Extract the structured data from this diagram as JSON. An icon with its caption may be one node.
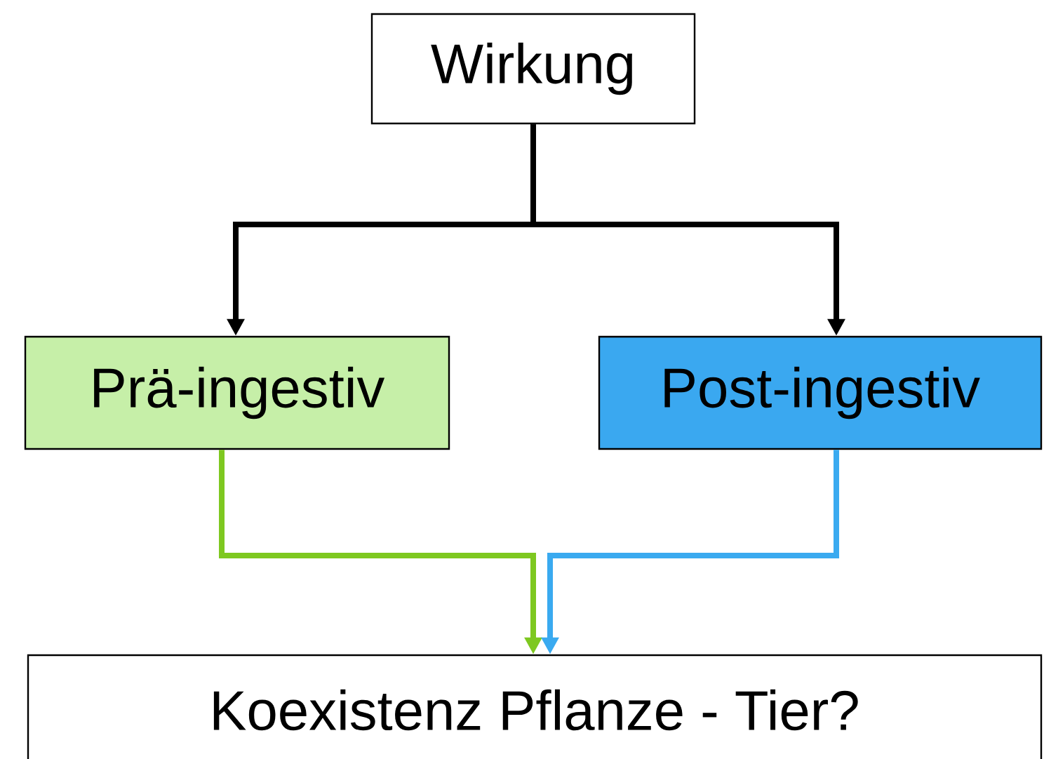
{
  "diagram": {
    "nodes": [
      {
        "text": [
          "Wirkung"
        ]
      },
      {
        "text": [
          "Prä-ingestiv"
        ]
      },
      {
        "text": [
          "Post-ingestiv"
        ]
      },
      {
        "text": [
          "Koexistenz Pflanze - Tier?"
        ]
      }
    ],
    "edges": [
      {
        "from": 0,
        "to": 1,
        "arrow": "to"
      },
      {
        "from": 0,
        "to": 2,
        "arrow": "to"
      },
      {
        "from": 1,
        "to": 3,
        "arrow": "to",
        "color": "#7ec820"
      },
      {
        "from": 2,
        "to": 3,
        "arrow": "to",
        "color": "#3aaaf0"
      }
    ]
  }
}
